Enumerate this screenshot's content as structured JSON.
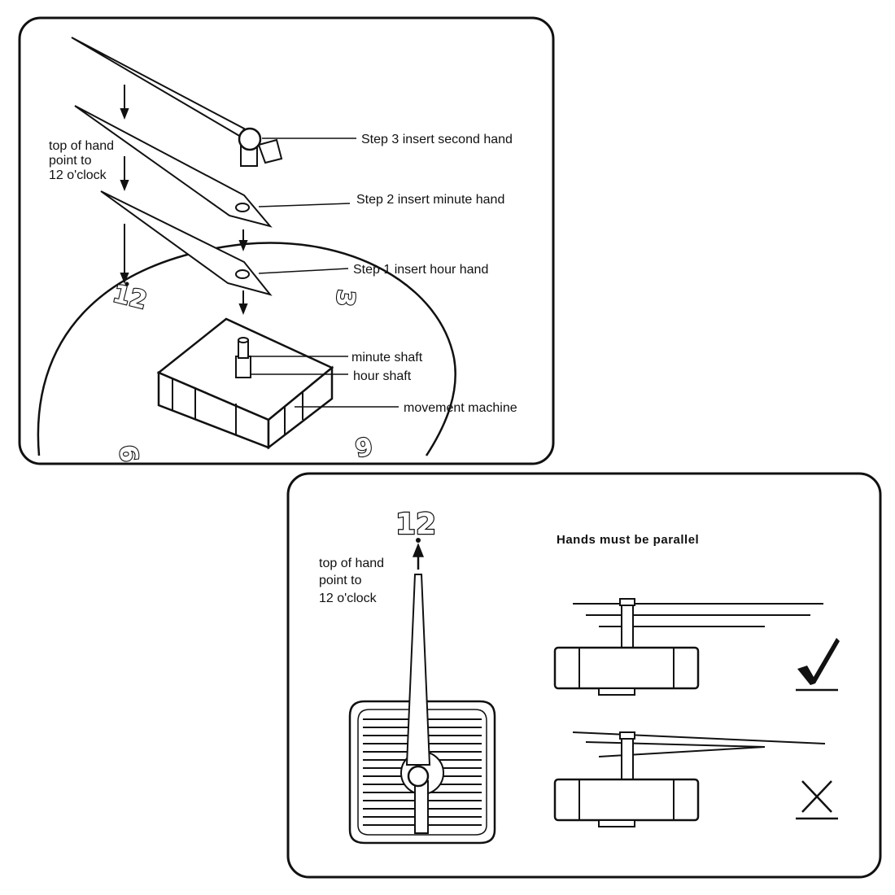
{
  "panel_top": {
    "labels": {
      "step3": "Step 3 insert second hand",
      "step2": "Step 2  insert minute hand",
      "step1": "Step 1  insert hour hand",
      "minute_shaft": "minute shaft",
      "hour_shaft": "hour shaft",
      "movement": "movement machine",
      "top_note": [
        "top of hand",
        "point to",
        "12 o'clock"
      ]
    },
    "dial_numbers": {
      "n12": "12",
      "n3": "3",
      "n6": "6",
      "n9": "9"
    }
  },
  "panel_bottom": {
    "title": "Hands must be parallel",
    "twelve": "12",
    "top_note": [
      "top of hand",
      "point to",
      "12 o'clock"
    ],
    "marks": {
      "correct": "check-icon",
      "wrong": "cross-icon"
    }
  }
}
